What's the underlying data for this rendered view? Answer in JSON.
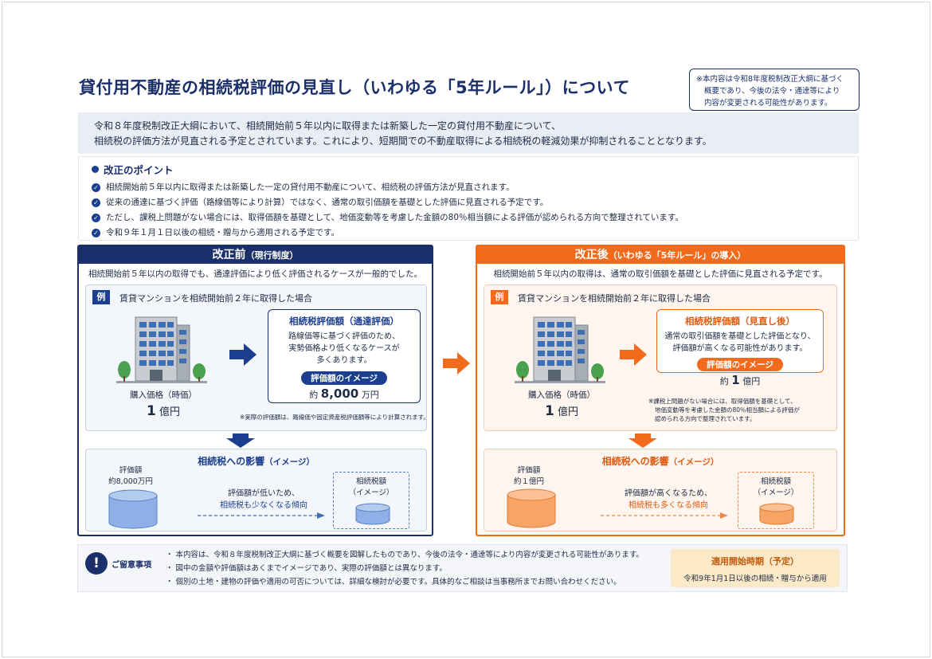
{
  "title": "貸付用不動産の相続税評価の見直し（いわゆる「5年ルール」）について",
  "note": [
    "※本内容は令和8年度税制改正大綱に基づく",
    "概要であり、今後の法令・通達等により",
    "内容が変更される可能性があります。"
  ],
  "intro": [
    "令和８年度税制改正大綱において、相続開始前５年以内に取得または新築した一定の貸付用不動産について、",
    "相続税の評価方法が見直される予定とされています。これにより、短期間での不動産取得による相続税の軽減効果が抑制されることとなります。"
  ],
  "points": {
    "title": "改正のポイント",
    "items": [
      "相続開始前５年以内に取得または新築した一定の貸付用不動産について、相続税の評価方法が見直されます。",
      "従来の通達に基づく評価（路線価等により計算）ではなく、通常の取引価額を基礎とした評価に見直される予定です。",
      "ただし、課税上問題がない場合には、取得価額を基礎として、地価変動等を考慮した金額の80％相当額による評価が認められる方向で整理されています。",
      "令和９年１月１日以後の相続・贈与から適用される予定です。"
    ]
  },
  "before": {
    "head": "改正前",
    "head_sub": "（現行制度）",
    "sub": "相続開始前５年以内の取得でも、通達評価により低く評価されるケースが一般的でした。",
    "ex_tag": "例",
    "ex_text": "賃貸マンションを相続開始前２年に取得した場合",
    "price_label": "購入価格（時価）",
    "price_num": "1",
    "price_unit": "億円",
    "eval_title": "相続税評価額（通達評価）",
    "eval_desc": [
      "路線価等に基づく評価のため、",
      "実勢価格より低くなるケースが",
      "多くあります。"
    ],
    "img_pill": "評価額のイメージ",
    "img_prefix": "約",
    "img_num": "8,000",
    "img_unit": "万円",
    "footnote": "※実際の評価額は、路線価や固定資産税評価額等により計算されます。",
    "impact_title": "相続税への影響",
    "impact_sub": "（イメージ）",
    "cyl_label": [
      "評価額",
      "約8,000万円"
    ],
    "mid_text": [
      "評価額が低いため、",
      "相続税も少なくなる傾向"
    ],
    "tax_box": [
      "相続税額",
      "（イメージ）"
    ]
  },
  "after": {
    "head": "改正後",
    "head_sub": "（いわゆる「5年ルール」の導入）",
    "sub": "相続開始前５年以内の取得は、通常の取引価額を基礎とした評価に見直される予定です。",
    "ex_tag": "例",
    "ex_text": "賃貸マンションを相続開始前２年に取得した場合",
    "price_label": "購入価格（時価）",
    "price_num": "1",
    "price_unit": "億円",
    "eval_title": "相続税評価額（見直し後）",
    "eval_desc": [
      "通常の取引価額を基礎とした評価となり、",
      "評価額が高くなる可能性があります。"
    ],
    "img_pill": "評価額のイメージ",
    "img_prefix": "約",
    "img_num": "1",
    "img_unit": "億円",
    "footnote": [
      "※課税上問題がない場合には、取得価額を基礎として、",
      "地価変動等を考慮した金額の80％相当額による評価が",
      "認められる方向で整理されています。"
    ],
    "impact_title": "相続税への影響",
    "impact_sub": "（イメージ）",
    "cyl_label": [
      "評価額",
      "約１億円"
    ],
    "mid_text": [
      "評価額が高くなるため、",
      "相続税も多くなる傾向"
    ],
    "tax_box": [
      "相続税額",
      "（イメージ）"
    ]
  },
  "caution": {
    "icon": "!",
    "label": "ご留意事項",
    "items": [
      "・ 本内容は、令和８年度税制改正大綱に基づく概要を図解したものであり、今後の法令・通達等により内容が変更される可能性があります。",
      "・ 図中の金額や評価額はあくまでイメージであり、実際の評価額とは異なります。",
      "・ 個別の土地・建物の評価や適用の可否については、詳細な検討が必要です。具体的なご相談は当事務所までお問い合わせください。"
    ],
    "start_title": "適用開始時期（予定）",
    "start_text": "令和9年1月1日以後の相続・贈与から適用"
  },
  "colors": {
    "navy": "#1b2f6b",
    "orange": "#f26a1b",
    "blue_cyl": "#8fb0e6",
    "orange_cyl": "#f8a466"
  }
}
